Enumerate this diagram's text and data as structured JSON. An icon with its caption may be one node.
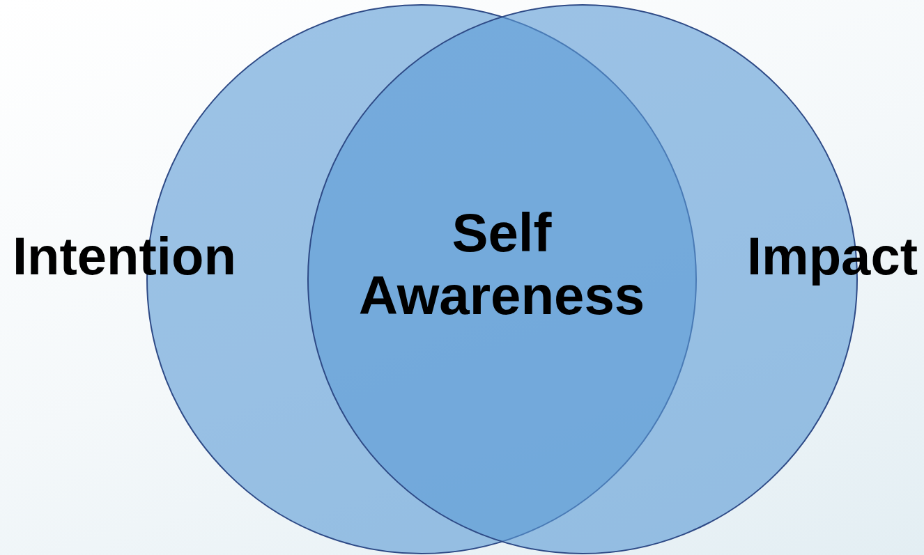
{
  "diagram": {
    "nodes": [
      {
        "text": [
          "Intention"
        ]
      },
      {
        "text": [
          "Impact"
        ]
      }
    ],
    "labels": [
      "Self Awareness"
    ]
  }
}
